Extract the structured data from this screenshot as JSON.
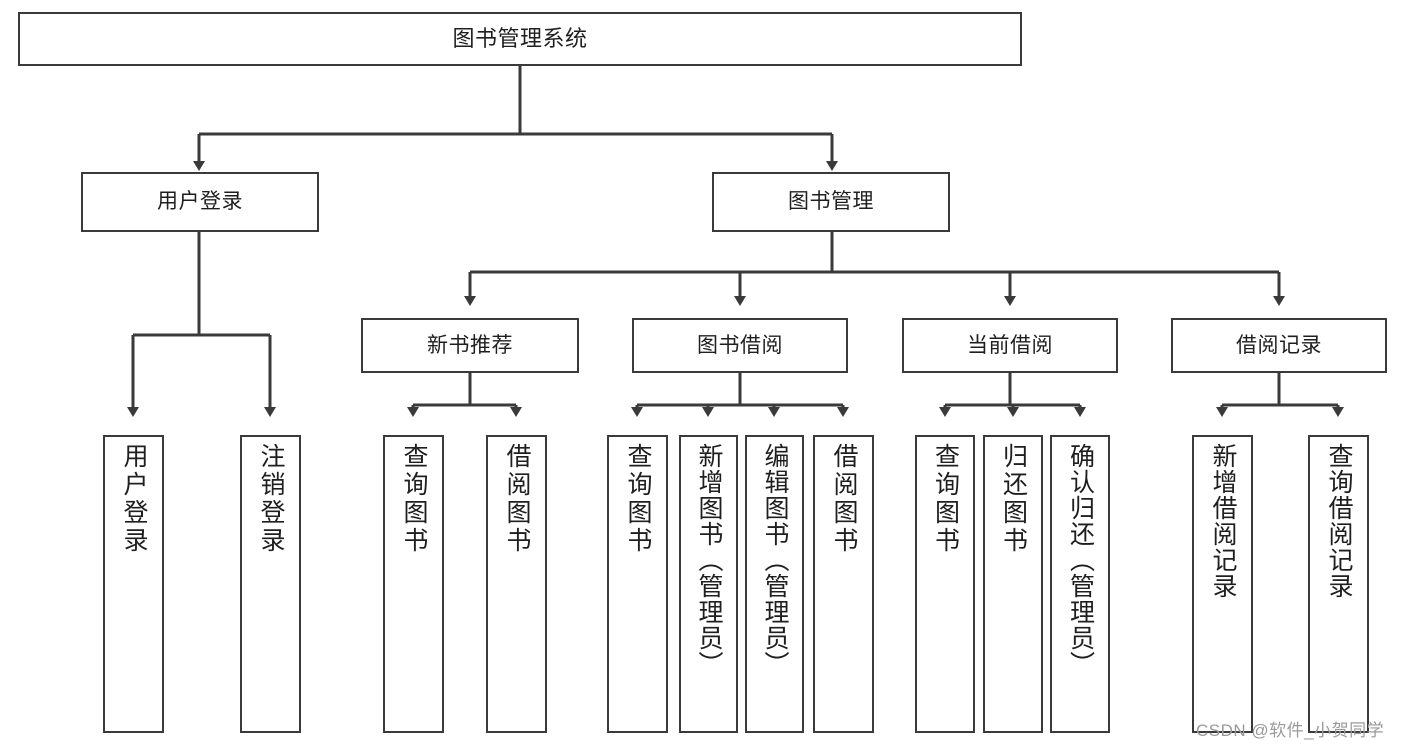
{
  "diagram": {
    "title": "图书管理系统",
    "type": "tree-hierarchy",
    "root": {
      "label": "图书管理系统"
    },
    "level1": [
      {
        "label": "用户登录"
      },
      {
        "label": "图书管理"
      }
    ],
    "level2": [
      {
        "label": "新书推荐"
      },
      {
        "label": "图书借阅"
      },
      {
        "label": "当前借阅"
      },
      {
        "label": "借阅记录"
      }
    ],
    "leaves": {
      "user_login": [
        {
          "label": "用户登录"
        },
        {
          "label": "注销登录"
        }
      ],
      "new_book_recommend": [
        {
          "label": "查询图书"
        },
        {
          "label": "借阅图书"
        }
      ],
      "book_borrow": [
        {
          "label": "查询图书"
        },
        {
          "label": "新增图书（管理员）"
        },
        {
          "label": "编辑图书（管理员）"
        },
        {
          "label": "借阅图书"
        }
      ],
      "current_borrow": [
        {
          "label": "查询图书"
        },
        {
          "label": "归还图书"
        },
        {
          "label": "确认归还（管理员）"
        }
      ],
      "borrow_record": [
        {
          "label": "新增借阅记录"
        },
        {
          "label": "查询借阅记录"
        }
      ]
    }
  },
  "watermark": {
    "text": "CSDN @软件_小贺同学"
  },
  "colors": {
    "border": "#3a3a3a",
    "text": "#1f1f1f",
    "background": "#ffffff",
    "connector": "#3a3a3a",
    "watermark": "#9a9a9a"
  }
}
